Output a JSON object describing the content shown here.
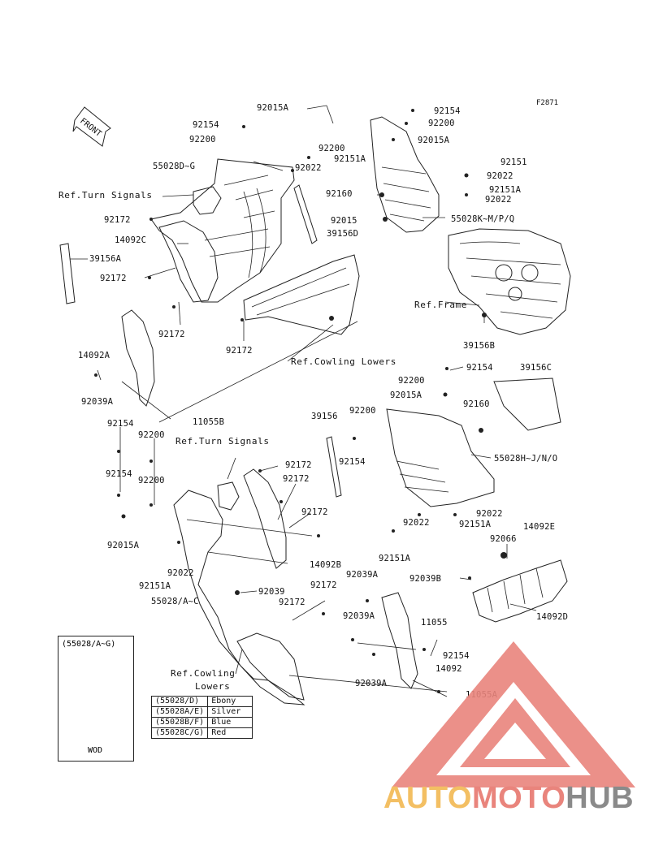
{
  "figure": {
    "code": "F2871"
  },
  "front_label": "FRONT",
  "labels": [
    {
      "id": "l1",
      "text": "92015A"
    },
    {
      "id": "l2",
      "text": "92154"
    },
    {
      "id": "l3",
      "text": "92200"
    },
    {
      "id": "l4",
      "text": "92154"
    },
    {
      "id": "l5",
      "text": "92200"
    },
    {
      "id": "l6",
      "text": "92200"
    },
    {
      "id": "l7",
      "text": "92015A"
    },
    {
      "id": "l8",
      "text": "92151A"
    },
    {
      "id": "l9",
      "text": "55028D~G"
    },
    {
      "id": "l10",
      "text": "92022"
    },
    {
      "id": "l11",
      "text": "92151"
    },
    {
      "id": "l12",
      "text": "92022"
    },
    {
      "id": "l13",
      "text": "Ref.Turn Signals"
    },
    {
      "id": "l14",
      "text": "92160"
    },
    {
      "id": "l15",
      "text": "92151A"
    },
    {
      "id": "l16",
      "text": "92022"
    },
    {
      "id": "l17",
      "text": "92172"
    },
    {
      "id": "l18",
      "text": "92015"
    },
    {
      "id": "l19",
      "text": "55028K~M/P/Q"
    },
    {
      "id": "l20",
      "text": "14092C"
    },
    {
      "id": "l21",
      "text": "39156D"
    },
    {
      "id": "l22",
      "text": "39156A"
    },
    {
      "id": "l23",
      "text": "92172"
    },
    {
      "id": "l24",
      "text": "Ref.Frame"
    },
    {
      "id": "l25",
      "text": "92172"
    },
    {
      "id": "l26",
      "text": "39156B"
    },
    {
      "id": "l27",
      "text": "92172"
    },
    {
      "id": "l28",
      "text": "14092A"
    },
    {
      "id": "l29",
      "text": "Ref.Cowling Lowers"
    },
    {
      "id": "l30",
      "text": "92154"
    },
    {
      "id": "l31",
      "text": "39156C"
    },
    {
      "id": "l32",
      "text": "92200"
    },
    {
      "id": "l33",
      "text": "92039A"
    },
    {
      "id": "l34",
      "text": "92015A"
    },
    {
      "id": "l35",
      "text": "92160"
    },
    {
      "id": "l36",
      "text": "11055B"
    },
    {
      "id": "l37",
      "text": "39156"
    },
    {
      "id": "l38",
      "text": "92200"
    },
    {
      "id": "l39",
      "text": "92154"
    },
    {
      "id": "l40",
      "text": "92200"
    },
    {
      "id": "l41",
      "text": "Ref.Turn Signals"
    },
    {
      "id": "l42",
      "text": "92154"
    },
    {
      "id": "l43",
      "text": "55028H~J/N/O"
    },
    {
      "id": "l44",
      "text": "92172"
    },
    {
      "id": "l45",
      "text": "92154"
    },
    {
      "id": "l46",
      "text": "92200"
    },
    {
      "id": "l47",
      "text": "92172"
    },
    {
      "id": "l48",
      "text": "92172"
    },
    {
      "id": "l49",
      "text": "92022"
    },
    {
      "id": "l50",
      "text": "92022"
    },
    {
      "id": "l51",
      "text": "92151A"
    },
    {
      "id": "l52",
      "text": "14092E"
    },
    {
      "id": "l53",
      "text": "92015A"
    },
    {
      "id": "l54",
      "text": "92151A"
    },
    {
      "id": "l55",
      "text": "92066"
    },
    {
      "id": "l56",
      "text": "92022"
    },
    {
      "id": "l57",
      "text": "14092B"
    },
    {
      "id": "l58",
      "text": "92039A"
    },
    {
      "id": "l59",
      "text": "92039B"
    },
    {
      "id": "l60",
      "text": "92151A"
    },
    {
      "id": "l61",
      "text": "92039"
    },
    {
      "id": "l62",
      "text": "92172"
    },
    {
      "id": "l63",
      "text": "55028/A~C"
    },
    {
      "id": "l64",
      "text": "92172"
    },
    {
      "id": "l65",
      "text": "14092D"
    },
    {
      "id": "l66",
      "text": "92039A"
    },
    {
      "id": "l67",
      "text": "11055"
    },
    {
      "id": "l68",
      "text": "92154"
    },
    {
      "id": "l69",
      "text": "14092"
    },
    {
      "id": "l70",
      "text": "Ref.Cowling"
    },
    {
      "id": "l71",
      "text": "Lowers"
    },
    {
      "id": "l72",
      "text": "92039A"
    },
    {
      "id": "l73",
      "text": "11055A"
    }
  ],
  "inset": {
    "title": "(55028/A~G)",
    "code": "WOD"
  },
  "color_table": [
    {
      "part": "(55028/D)",
      "color": "Ebony"
    },
    {
      "part": "(55028A/E)",
      "color": "Silver"
    },
    {
      "part": "(55028B/F)",
      "color": "Blue"
    },
    {
      "part": "(55028C/G)",
      "color": "Red"
    }
  ],
  "watermark": {
    "part1": "AUTO",
    "part2": "MOTO",
    "part3": "HUB"
  },
  "colors": {
    "line": "#222222",
    "wm_red": "#e9847c",
    "wm_orange": "#f3bf63",
    "wm_gray": "#8a8a8a"
  }
}
